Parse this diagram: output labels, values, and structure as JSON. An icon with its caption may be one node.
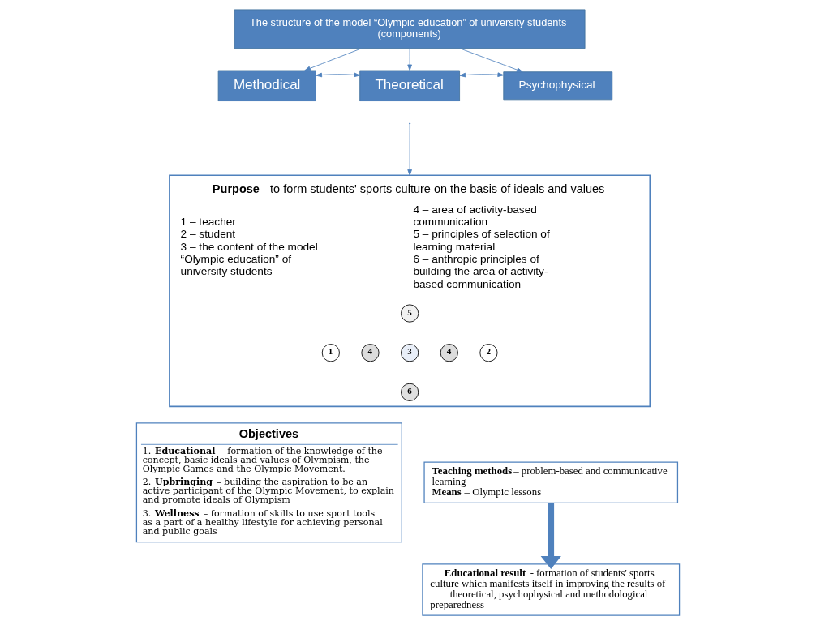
{
  "diagram": {
    "nodes": [
      {
        "text": [
          "The structure of the model “Olympic education” of university students (components)"
        ]
      },
      {
        "text": [
          "Methodical"
        ]
      },
      {
        "text": [
          "Theoretical"
        ]
      },
      {
        "text": [
          "Psychophysical"
        ]
      },
      {
        "text": [
          "**Purpose** –to form students' sports culture on the basis of ideals and values",
          "1 – teacher",
          "2 – student",
          "3 – the content of the model “Olympic education” of university students",
          "4 – area of activity-based communication",
          "5 – principles of selection of learning material",
          "6 – anthropic principles of building the area of activity-based communication"
        ]
      },
      {
        "text": [
          "5"
        ],
        "in": 4
      },
      {
        "text": [
          "1"
        ],
        "in": 4
      },
      {
        "text": [
          "4"
        ],
        "in": 4
      },
      {
        "text": [
          "3"
        ],
        "in": 4
      },
      {
        "text": [
          "4"
        ],
        "in": 4
      },
      {
        "text": [
          "2"
        ],
        "in": 4
      },
      {
        "text": [
          "6"
        ],
        "in": 4
      },
      {
        "text": [
          "Objectives",
          "1. **Educational** – formation of the knowledge of the concept, basic ideals and values of Olympism, the Olympic Games and the Olympic Movement.",
          "2. **Upbringing** – building the aspiration to be an active participant of the Olympic Movement, to explain and promote ideals of Olympism",
          "3. **Wellness** – formation of skills to use sport tools as a part of a healthy lifestyle for achieving personal and public goals"
        ]
      },
      {
        "text": [
          "**Teaching methods**– problem-based and communicative learning",
          "**Means** – Olympic lessons"
        ]
      },
      {
        "text": [
          "**Educational result** - formation of students' sports culture which manifests itself in improving the results of theoretical, psychophysical and methodological preparedness"
        ]
      }
    ],
    "edges": [
      {
        "from": 0,
        "to": 1,
        "arrow": "to"
      },
      {
        "from": 0,
        "to": 2,
        "arrow": "to"
      },
      {
        "from": 0,
        "to": 3,
        "arrow": "to"
      },
      {
        "from": 1,
        "to": 2,
        "arrow": "both"
      },
      {
        "from": 2,
        "to": 3,
        "arrow": "both"
      },
      {
        "from": null,
        "to": 4,
        "arrow": "to"
      },
      {
        "from": 13,
        "to": 14,
        "arrow": "to",
        "style": "thick"
      }
    ]
  }
}
